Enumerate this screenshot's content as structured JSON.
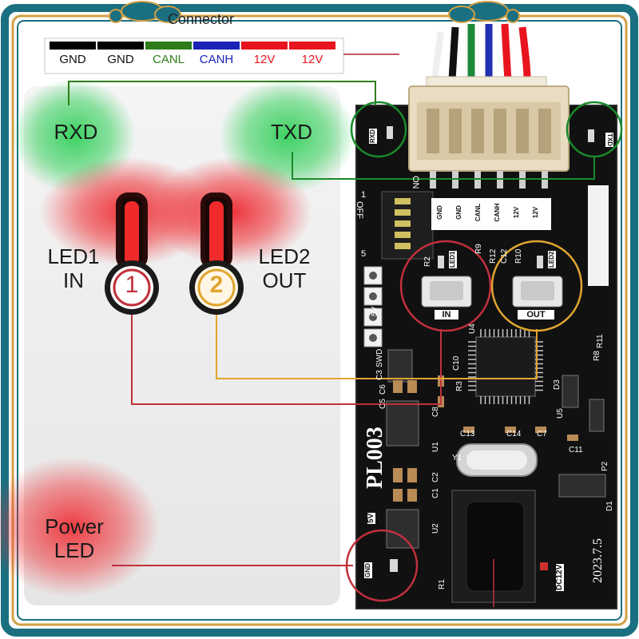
{
  "connector": {
    "title": "Connector",
    "wires": [
      {
        "label": "GND",
        "color": "#000000",
        "text_color": "#111111"
      },
      {
        "label": "GND",
        "color": "#000000",
        "text_color": "#111111"
      },
      {
        "label": "CANL",
        "color": "#2e7d1a",
        "text_color": "#2e7d1a"
      },
      {
        "label": "CANH",
        "color": "#1a23b5",
        "text_color": "#1a23b5"
      },
      {
        "label": "12V",
        "color": "#e8141e",
        "text_color": "#e8141e"
      },
      {
        "label": "12V",
        "color": "#e8141e",
        "text_color": "#e8141e"
      }
    ]
  },
  "indicators": {
    "rxd": "RXD",
    "txd": "TXD",
    "led1": "LED1\nIN",
    "led1_number": "1",
    "led2": "LED2\nOUT",
    "led2_number": "2",
    "power_led": "Power\nLED"
  },
  "board": {
    "model": "PL003",
    "date": "2023.7.5",
    "rxd_tag": "RXD",
    "txd_tag": "TXD",
    "button_in": "IN",
    "button_out": "OUT",
    "led1_tag": "LED1",
    "led2_tag": "LED2",
    "gnd_tag": "GND",
    "v5_tag": "5V",
    "dc12v_tag": "DC12V",
    "dip_off": "OFF",
    "dip_on": "ON",
    "dip_1": "1",
    "dip_5": "5",
    "terminal_labels": [
      "GND",
      "GND",
      "CANL",
      "CANH",
      "12V",
      "12V"
    ],
    "parts": [
      "R2",
      "R9",
      "R12",
      "C12",
      "R10",
      "U4",
      "R8",
      "R11",
      "D3",
      "C13",
      "C14",
      "C7",
      "Y1",
      "U1",
      "C1",
      "C2",
      "U5",
      "C11",
      "P2",
      "D1",
      "U2",
      "R1",
      "C3",
      "C6",
      "C8",
      "C10",
      "R3",
      "C5",
      "SWD",
      "5V"
    ]
  },
  "colors": {
    "frame_teal": "#1a6f80",
    "frame_gold": "#d2a043",
    "pcb_black": "#101010",
    "led1_ring": "#c0303c",
    "led2_ring": "#e0a530",
    "glow_green": "#33d05a",
    "glow_red": "#ee2a30"
  }
}
